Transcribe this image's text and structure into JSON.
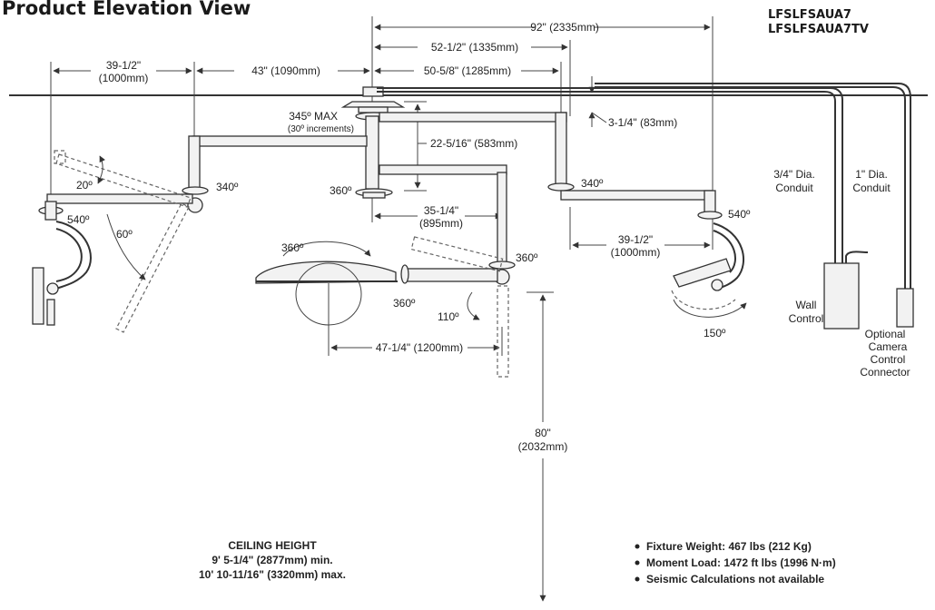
{
  "title": "Product Elevation View",
  "models": [
    "LFSLFSAUA7",
    "LFSLFSAUA7TV"
  ],
  "dimensions": {
    "overall": "92\" (2335mm)",
    "arm_right": "52-1/2\" (1335mm)",
    "arm_left": "43\" (1090mm)",
    "arm_right_inner": "50-5/8\" (1285mm)",
    "left_ext_a": "39-1/2\"",
    "left_ext_b": "(1000mm)",
    "right_ext_a": "39-1/2\"",
    "right_ext_b": "(1000mm)",
    "offset": "3-1/4\" (83mm)",
    "drop": "22-5/16\" (583mm)",
    "mid_a": "35-1/4\"",
    "mid_b": "(895mm)",
    "head": "47-1/4\" (1200mm)",
    "floor_a": "80\"",
    "floor_b": "(2032mm)"
  },
  "angles": {
    "max_a": "345º MAX",
    "max_b": "(30º increments)",
    "left_joint": "340º",
    "right_joint": "340º",
    "hub": "360º",
    "left_tilt": "20º",
    "left_swing": "60º",
    "left_yoke": "540º",
    "right_yoke": "540º",
    "head_rotate": "360º",
    "head_axis": "360º",
    "arm_rotate": "360º",
    "arm_tilt": "110º",
    "right_tilt": "150º"
  },
  "labels": {
    "conduit_34_a": "3/4\" Dia.",
    "conduit_34_b": "Conduit",
    "conduit_1_a": "1\" Dia.",
    "conduit_1_b": "Conduit",
    "wall_a": "Wall",
    "wall_b": "Control",
    "cam_a": "Optional",
    "cam_b": "Camera",
    "cam_c": "Control",
    "cam_d": "Connector"
  },
  "ceiling": {
    "heading": "CEILING HEIGHT",
    "min": "9' 5-1/4\" (2877mm) min.",
    "max": "10' 10-11/16\" (3320mm) max."
  },
  "specs": [
    "Fixture Weight:  467 lbs (212 Kg)",
    "Moment Load:  1472 ft lbs (1996 N·m)",
    "Seismic Calculations not available"
  ]
}
